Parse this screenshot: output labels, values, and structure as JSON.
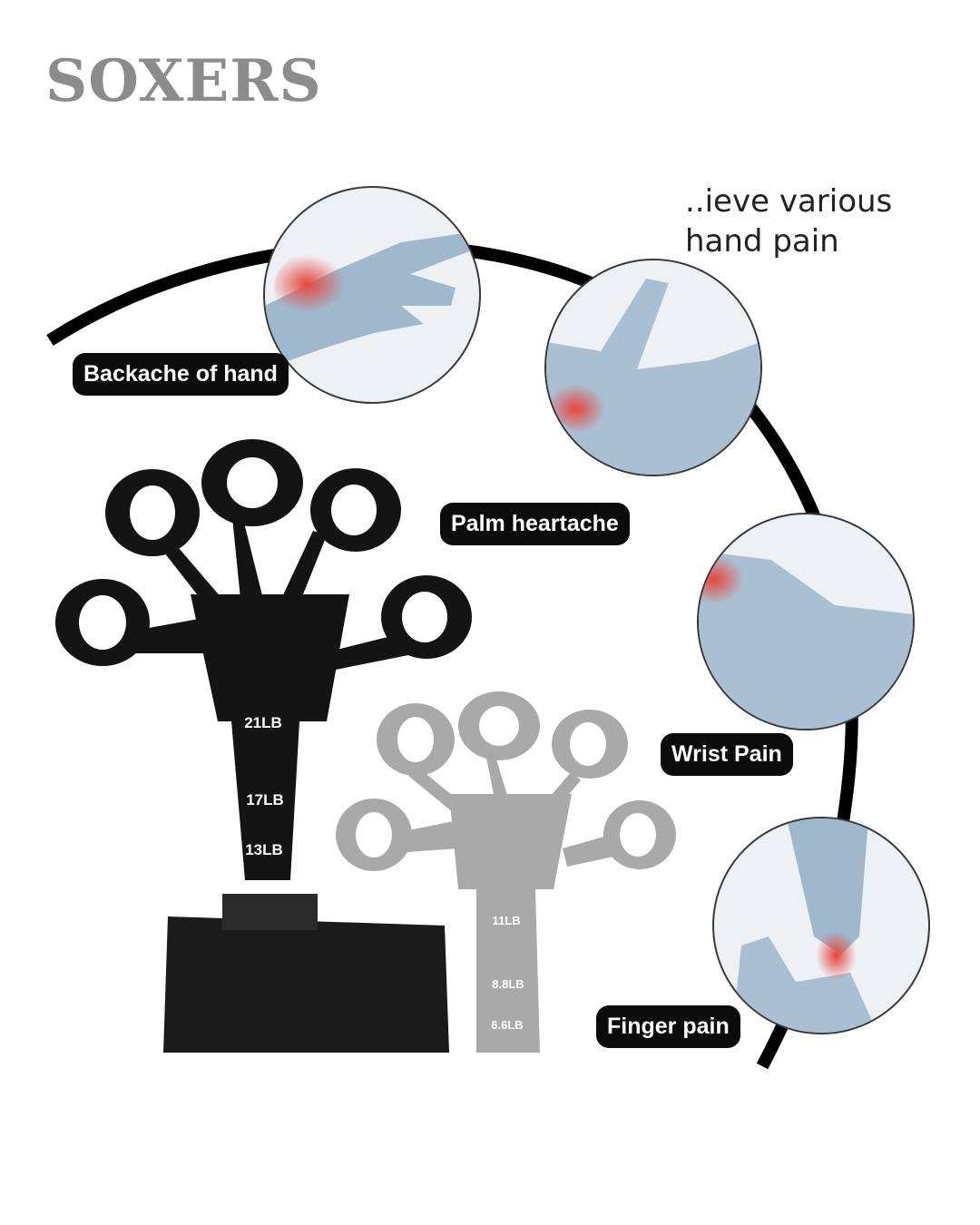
{
  "brand": {
    "logo_text": "SOXERS"
  },
  "heading": {
    "line1": "..ieve various",
    "line2": "hand pain"
  },
  "pain_points": [
    {
      "label": "Backache of hand",
      "icon": "hand-back-pain-icon"
    },
    {
      "label": "Palm heartache",
      "icon": "palm-pain-icon"
    },
    {
      "label": "Wrist Pain",
      "icon": "wrist-pain-icon"
    },
    {
      "label": "Finger pain",
      "icon": "finger-pain-icon"
    }
  ],
  "products": {
    "black_trainer": {
      "levels": [
        "21LB",
        "17LB",
        "13LB"
      ],
      "color": "#111111"
    },
    "grey_trainer": {
      "levels": [
        "11LB",
        "8.8LB",
        "6.6LB"
      ],
      "color": "#a9a9a9"
    }
  },
  "colors": {
    "pill_bg": "#0b0b0b",
    "pain_red": "#e8453c",
    "skin_blue": "#9fb8cc"
  }
}
